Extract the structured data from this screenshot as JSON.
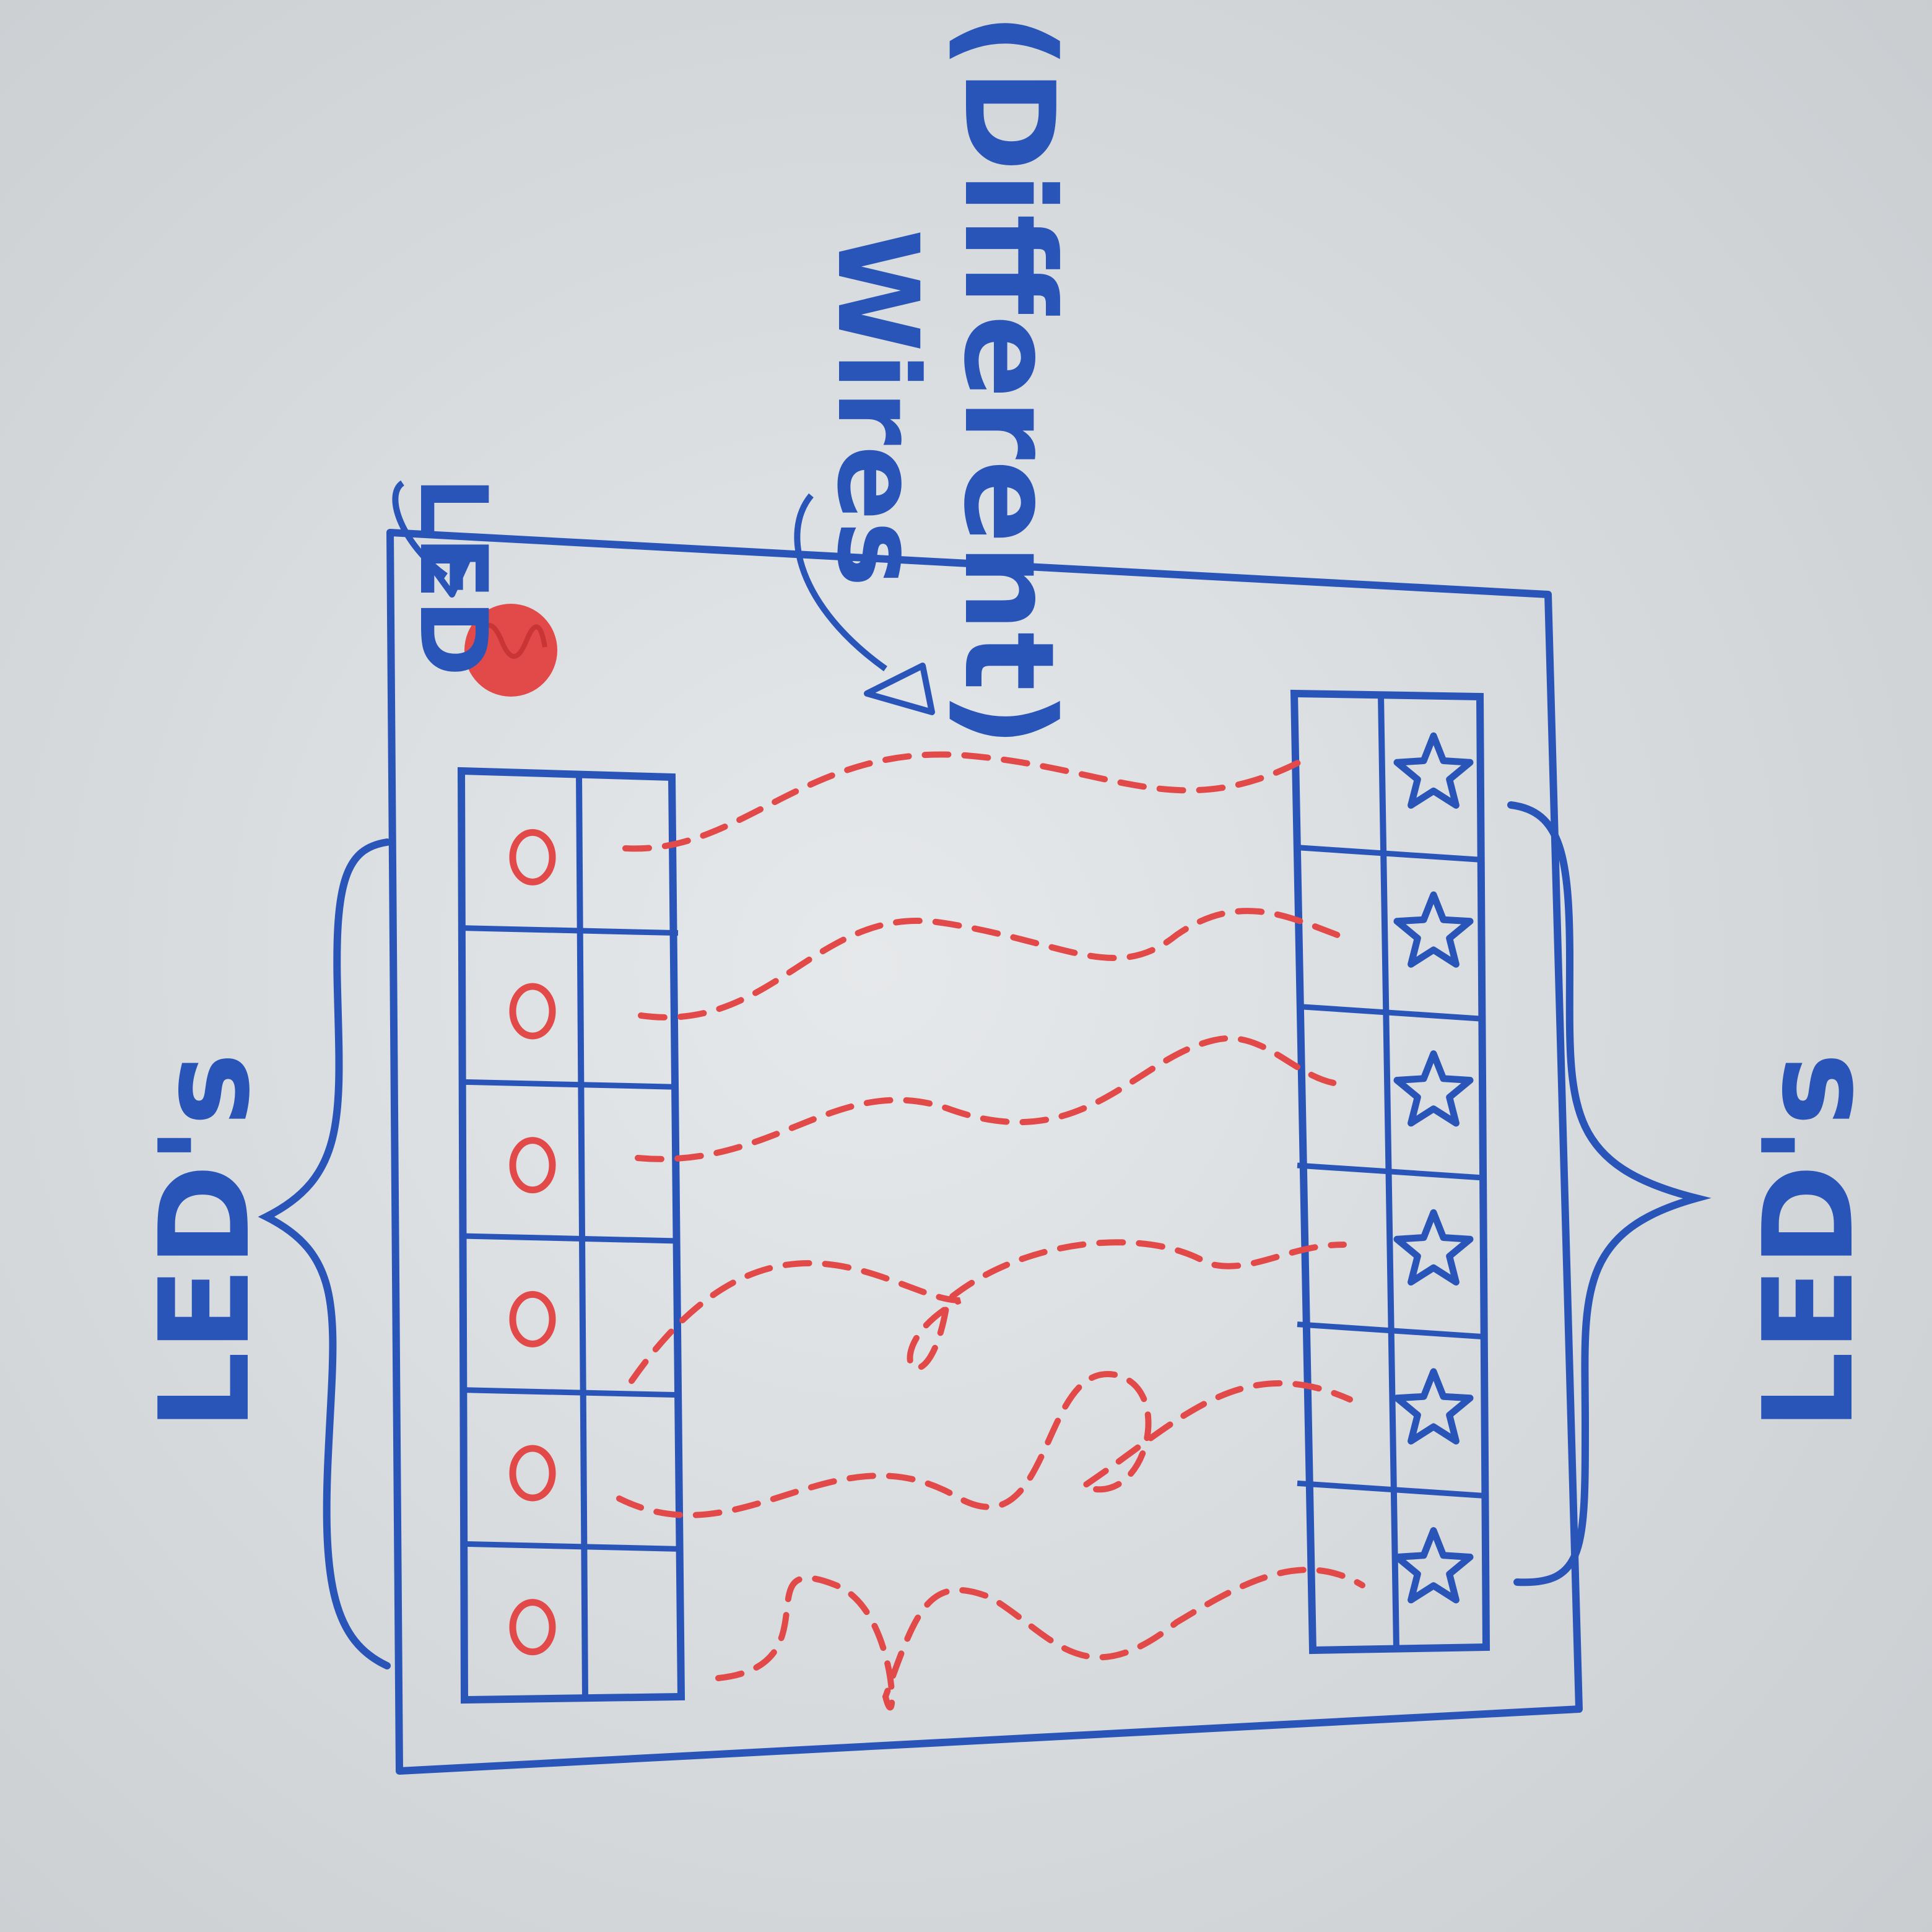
{
  "colors": {
    "board": "#dfe3e6",
    "marker_blue": "#2a55b8",
    "marker_red": "#e24a4a"
  },
  "labels": {
    "led_single": "LED",
    "wires_line1": "Wires",
    "wires_line2": "(Different)",
    "leds_left": "LED's",
    "leds_right": "LED's"
  },
  "diagram": {
    "left_strip": {
      "cell_count": 6,
      "marker": "circle"
    },
    "right_strip": {
      "cell_count": 6,
      "marker": "star"
    },
    "wire_count": 6,
    "wire_style": "dashed"
  }
}
